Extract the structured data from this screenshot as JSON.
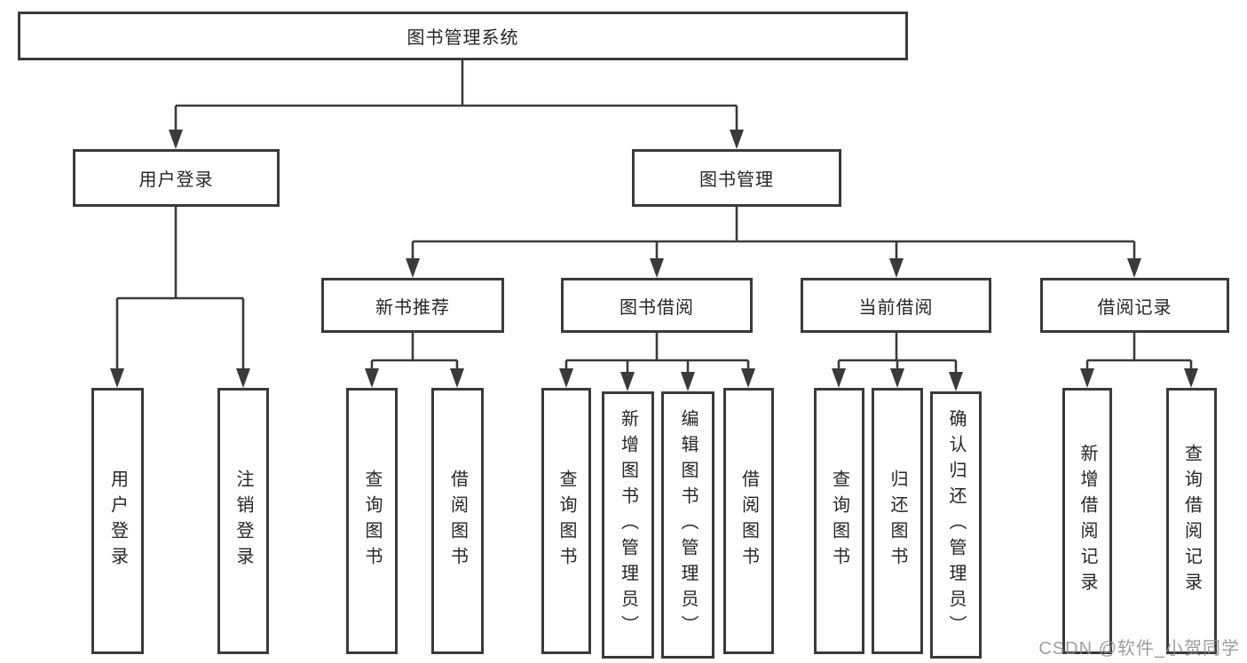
{
  "diagram": {
    "root": {
      "label": "图书管理系统"
    },
    "branches": [
      {
        "label": "用户登录",
        "leaves": [
          {
            "label": "用户登录"
          },
          {
            "label": "注销登录"
          }
        ]
      },
      {
        "label": "图书管理",
        "groups": [
          {
            "label": "新书推荐",
            "leaves": [
              {
                "label": "查询图书"
              },
              {
                "label": "借阅图书"
              }
            ]
          },
          {
            "label": "图书借阅",
            "leaves": [
              {
                "label": "查询图书"
              },
              {
                "label": "新增图书（管理员）"
              },
              {
                "label": "编辑图书（管理员）"
              },
              {
                "label": "借阅图书"
              }
            ]
          },
          {
            "label": "当前借阅",
            "leaves": [
              {
                "label": "查询图书"
              },
              {
                "label": "归还图书"
              },
              {
                "label": "确认归还（管理员）"
              }
            ]
          },
          {
            "label": "借阅记录",
            "leaves": [
              {
                "label": "新增借阅记录"
              },
              {
                "label": "查询借阅记录"
              }
            ]
          }
        ]
      }
    ]
  },
  "watermark": {
    "text": "CSDN @软件_小贺同学"
  },
  "colors": {
    "line": "#3a3a3a",
    "box_background": "#ffffff",
    "text": "#262626",
    "watermark": "#8c8c8c"
  }
}
